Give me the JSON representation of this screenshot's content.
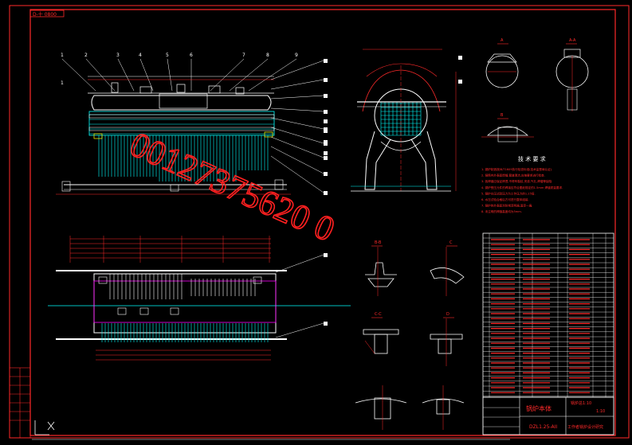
{
  "drawing": {
    "top_tag": "D-十 0800",
    "section_title_right": "技 术 要 求",
    "title_block": {
      "name": "锅炉本体",
      "code": "DZL1.25-AII",
      "company": "工作者锅炉设计研究",
      "scale": "锅炉总1:10",
      "weight": "1:10"
    },
    "tech_requirements": [
      "1. 锅炉制造按JB/T1609执行检查标准(技术监督局认证).",
      "2. 锅筒内外表面焊缝,管道清洁,应按要求进行检查.",
      "3. 各焊缝应保证焊透,不得有裂纹,夹渣,气孔,焊瘤等缺陷.",
      "4. 锅炉受压元件的焊接应符合图纸规定的1.5mm 焊缝质量要求.",
      "5. 锅炉水压试验压力为工作压力的1.25倍.",
      "6. 水压试验合格后方可进行整体组装.",
      "7. 锅炉的外表面涂防锈漆两遍,面漆一遍.",
      "8. 未注明的焊缝高度均为5mm."
    ],
    "watermark": "00127375620 0"
  },
  "labels": {
    "top_callouts": [
      "1",
      "2",
      "3",
      "4",
      "5",
      "6",
      "7",
      "8",
      "9"
    ],
    "left_callout": "1",
    "section_marks": [
      "A",
      "A-A",
      "B",
      "B-B",
      "C",
      "C-C",
      "D"
    ]
  },
  "colors": {
    "background": "#000000",
    "frame": "#ff2a2a",
    "outline": "#ffffff",
    "tubes": "#00ffff",
    "accent": "#ff00ff",
    "dims": "#ff2a2a"
  }
}
